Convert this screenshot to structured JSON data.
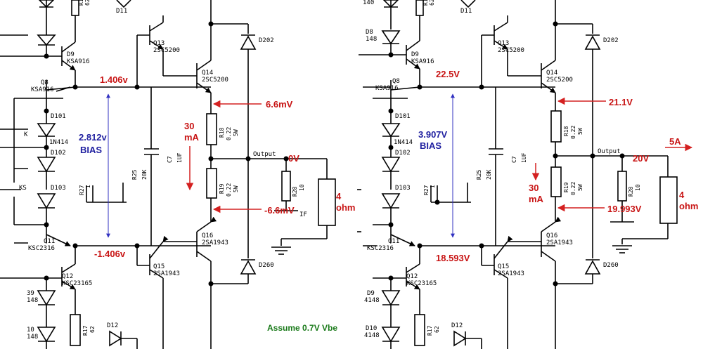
{
  "left": {
    "components": {
      "r16": "R1",
      "r16_val": "62",
      "d11": "D11",
      "d9": "D9",
      "q9_type": "KSA916",
      "q13": "Q13",
      "q13_type": "2SC5200",
      "q14": "Q14",
      "q14_type": "2SC5200",
      "d202": "D202",
      "q8": "Q8",
      "q8_type": "KSA916",
      "d101": "D101",
      "diode_type": "1N414",
      "d102": "D102",
      "d103": "D103",
      "r27": "R27",
      "r27_val": "1",
      "r25": "R25",
      "r25_val": "20K",
      "c7": "C7",
      "c7_val": "1UF",
      "r18": "R18",
      "r18_val": "0.22",
      "r18_w": "5W",
      "r19": "R19",
      "r19_val": "0.22",
      "r19_w": "5W",
      "output": "Output",
      "r28": "R28",
      "r28_val": "10",
      "q11": "Q11",
      "q11_type": "KSC2316",
      "q16": "Q16",
      "q16_type": "2SA1943",
      "q15": "Q15",
      "q15_type": "2SA1943",
      "d260": "D260",
      "q12": "Q12",
      "q12_type": "KSC23165",
      "r17": "R17",
      "r17_val": "62",
      "d12": "D12",
      "d10": "10",
      "d10b": "148",
      "d39": "39",
      "d39b": "148",
      "ks": "KS",
      "k": "K",
      "if_label": "IF"
    },
    "annotations": {
      "v_top": "1.406v",
      "v_bottom": "-1.406v",
      "bias_v": "2.812v",
      "bias": "BIAS",
      "current": "30",
      "current_unit": "mA",
      "v_r18": "6.6mV",
      "v_r19": "-6.6mV",
      "v_out": "0V",
      "load": "4",
      "load_unit": "ohm"
    }
  },
  "right": {
    "components": {
      "top_val": "140",
      "r16": "R1",
      "r16_val": "62",
      "d11": "D11",
      "d8": "D8",
      "d8b": "148",
      "d9": "D9",
      "q9_type": "KSA916",
      "q13": "Q13",
      "q13_type": "2SC5200",
      "q14": "Q14",
      "q14_type": "2SC5200",
      "d202": "D202",
      "q8": "Q8",
      "q8_type": "KSA916",
      "d101": "D101",
      "diode_type": "1N414",
      "d102": "D102",
      "d103": "D103",
      "r27": "R27",
      "r27_val": "1",
      "r25": "R25",
      "r25_val": "20K",
      "c7": "C7",
      "c7_val": "1UF",
      "r18": "R18",
      "r18_val": "0.22",
      "r18_w": "5W",
      "r19": "R19",
      "r19_val": "0.22",
      "r19_w": "5W",
      "output": "Output",
      "r28": "R28",
      "r28_val": "10",
      "q11": "Q11",
      "q11_type": "KSC2316",
      "q16": "Q16",
      "q16_type": "2SA1943",
      "q15": "Q15",
      "q15_type": "2SA1943",
      "d260": "D260",
      "q12": "Q12",
      "q12_type": "KSC23165",
      "r17": "R17",
      "r17_val": "62",
      "d12": "D12",
      "d9b": "D9",
      "d9b_val": "4148",
      "d10": "D10",
      "d10_val": "4148"
    },
    "annotations": {
      "v_top": "22.5V",
      "v_bottom": "18.593V",
      "bias_v": "3.907V",
      "bias": "BIAS",
      "current": "30",
      "current_unit": "mA",
      "v_r18": "21.1V",
      "v_r19": "19.993V",
      "v_out": "20V",
      "i_out": "5A",
      "load": "4",
      "load_unit": "ohm"
    }
  },
  "footnote": "Assume 0.7V Vbe"
}
